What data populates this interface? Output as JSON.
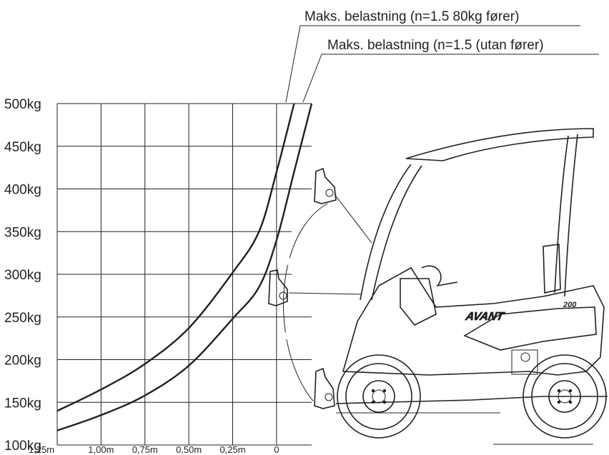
{
  "chart_data": {
    "type": "line",
    "title": "",
    "xlabel": "",
    "ylabel": "",
    "x_categories": [
      "1,25m",
      "1,00m",
      "0,75m",
      "0,50m",
      "0,25m",
      "0"
    ],
    "y_ticks": [
      "500kg",
      "450kg",
      "400kg",
      "350kg",
      "300kg",
      "250kg",
      "200kg",
      "150kg",
      "100kg"
    ],
    "xlim": [
      1.25,
      -0.2
    ],
    "ylim": [
      100,
      500
    ],
    "grid": true,
    "series": [
      {
        "name": "Maks. belastning (n=1.5 80kg fører)",
        "x": [
          1.25,
          1.0,
          0.75,
          0.5,
          0.25,
          0.1,
          0.0,
          -0.1
        ],
        "y": [
          140,
          165,
          195,
          237,
          302,
          350,
          420,
          500
        ]
      },
      {
        "name": "Maks. belastning (n=1.5 (utan fører)",
        "x": [
          1.25,
          1.0,
          0.75,
          0.5,
          0.25,
          0.1,
          0.0,
          -0.1,
          -0.2
        ],
        "y": [
          117,
          135,
          158,
          193,
          248,
          285,
          340,
          420,
          500
        ]
      }
    ]
  },
  "machine": {
    "brand_label": "AVANT",
    "model_label": "200",
    "icon": "compact-loader-illustration"
  }
}
